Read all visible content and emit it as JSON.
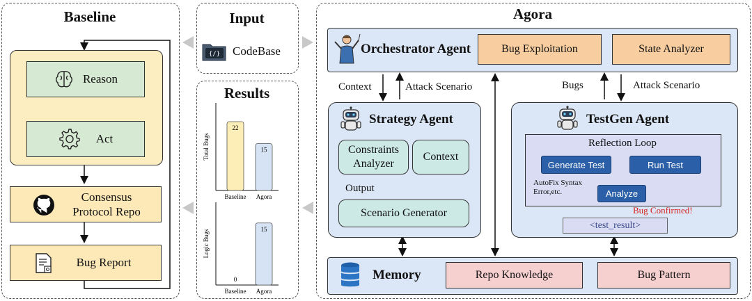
{
  "baseline": {
    "title": "Baseline",
    "reason": "Reason",
    "act": "Act",
    "repo_line1": "Consensus",
    "repo_line2": "Protocol Repo",
    "bug_report": "Bug Report"
  },
  "input": {
    "title": "Input",
    "codebase": "CodeBase"
  },
  "results": {
    "title": "Results",
    "chart_data": [
      {
        "type": "bar",
        "ylabel": "Total Bugs",
        "categories": [
          "Baseline",
          "Agora"
        ],
        "values": [
          22,
          15
        ],
        "ylim": [
          0,
          28
        ]
      },
      {
        "type": "bar",
        "ylabel": "Logic Bugs",
        "categories": [
          "Baseline",
          "Agora"
        ],
        "values": [
          0,
          15
        ],
        "ylim": [
          0,
          20
        ]
      }
    ],
    "colors": {
      "baseline": "#fdeeb8",
      "agora": "#d6e3f4"
    }
  },
  "agora": {
    "title": "Agora",
    "orchestrator": "Orchestrator Agent",
    "bug_exploitation": "Bug Exploitation",
    "state_analyzer": "State Analyzer",
    "context_label": "Context",
    "attack_scenario_left": "Attack Scenario",
    "bugs_label": "Bugs",
    "attack_scenario_right": "Attack Scenario",
    "strategy": {
      "title": "Strategy Agent",
      "constraints_line1": "Constraints",
      "constraints_line2": "Analyzer",
      "context": "Context",
      "output": "Output",
      "scenario_generator": "Scenario Generator"
    },
    "testgen": {
      "title": "TestGen Agent",
      "reflection_loop": "Reflection Loop",
      "generate_test": "Generate Test",
      "run_test": "Run Test",
      "analyze": "Analyze",
      "autofix_line1": "AutoFix Syntax",
      "autofix_line2": "Error,etc.",
      "bug_confirmed": "Bug Confirmed!",
      "test_result": "<test_result>"
    },
    "memory": {
      "title": "Memory",
      "repo_knowledge": "Repo Knowledge",
      "bug_pattern": "Bug Pattern"
    }
  }
}
